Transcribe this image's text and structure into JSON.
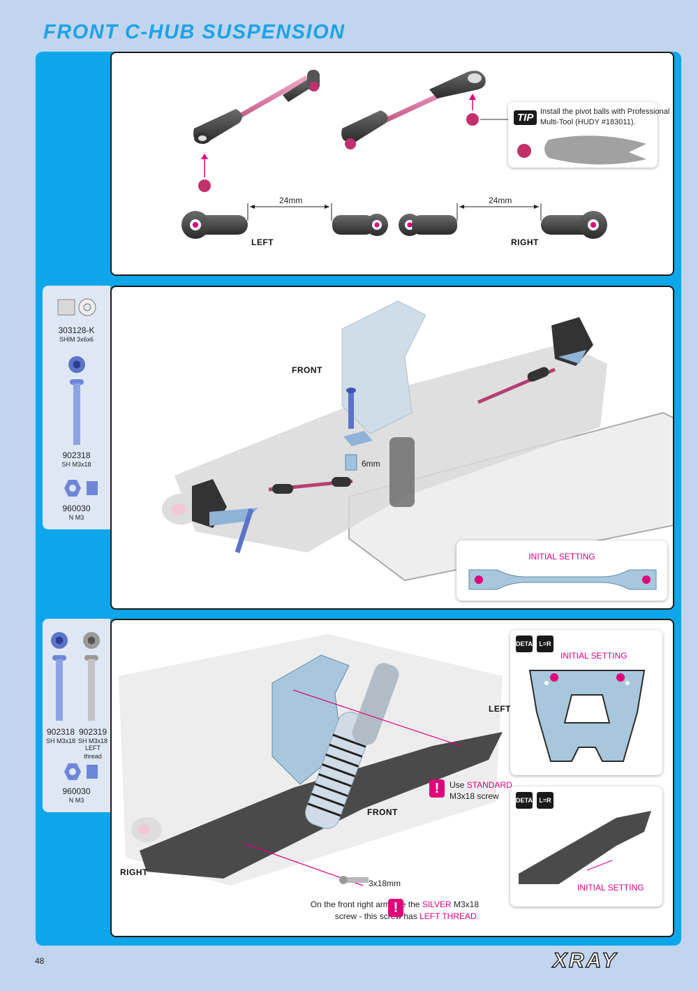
{
  "page": {
    "title": "FRONT C-HUB SUSPENSION",
    "page_number": "48",
    "logo": "XRAY"
  },
  "step1": {
    "tip_badge": "TIP",
    "tip_text_line1": "Install the pivot balls with Professional",
    "tip_text_line2": "Multi-Tool (HUDY #183011).",
    "dim_left": "24mm",
    "dim_right": "24mm",
    "left_label": "LEFT",
    "right_label": "RIGHT"
  },
  "step2": {
    "parts": [
      {
        "code": "303128-K",
        "desc": "SHIM 3x6x6"
      },
      {
        "code": "902318",
        "desc": "SH M3x18"
      },
      {
        "code": "960030",
        "desc": "N M3"
      }
    ],
    "front_label": "FRONT",
    "spacer_label": "6mm",
    "inset_label": "INITIAL SETTING"
  },
  "step3": {
    "parts": [
      {
        "code": "902318",
        "desc": "SH M3x18"
      },
      {
        "code": "902319",
        "desc": "SH M3x18",
        "desc2": "LEFT thread"
      },
      {
        "code": "960030",
        "desc": "N M3"
      }
    ],
    "left_label": "LEFT",
    "front_label": "FRONT",
    "right_label": "RIGHT",
    "standard_note_prefix": "Use",
    "standard_note_highlight": "STANDARD",
    "standard_note_line2": "M3x18 screw",
    "screw_label": "3x18mm",
    "silver_note_prefix": "On the front right arm use the",
    "silver_note_highlight": "SILVER",
    "silver_note_suffix": "M3x18",
    "silver_note_line2_prefix": "screw - this screw has",
    "silver_note_line2_highlight": "LEFT THREAD.",
    "inset1_label": "INITIAL SETTING",
    "inset2_label": "INITIAL SETTING",
    "detail_icon": "DETAIL",
    "lr_icon": "L=R"
  },
  "colors": {
    "accent_blue": "#0da6ea",
    "title_blue": "#1aa3e8",
    "highlight_pink": "#e1007a",
    "background": "#c1d5ee"
  }
}
